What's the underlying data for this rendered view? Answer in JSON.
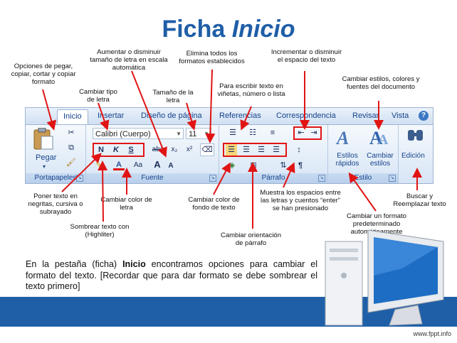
{
  "title": {
    "main": "Ficha",
    "italic": "Inicio"
  },
  "annotations": {
    "paste_opts": "Opciones de pegar, copiar, cortar y copiar formato",
    "font_size_incdec": "Aumentar o disminuir tamaño de letra en escala automática",
    "clear_formats": "Elimina todos los formatos establecidos",
    "increment_spacing": "Incrementar o disminuir el espacio del texto",
    "change_styles": "Cambiar estilos, colores y fuentes del documento",
    "font_type": "Cambiar tipo de letra",
    "font_size": "Tamaño de la letra",
    "bullets": "Para escribir texto en viñetas, número o lista",
    "bold_italic": "Poner texto en negritas, cursiva o subrayado",
    "font_color": "Cambiar color de letra",
    "bg_color": "Cambiar color de fondo de texto",
    "show_spaces": "Muestra los espacios entre las letras y cuentos “enter” se han presionado",
    "find_replace": "Buscar y Reemplazar texto",
    "highlight": "Sombrear texto con (Highliter)",
    "default_format": "Cambiar un formato predeterminado automáticamente",
    "paragraph_orient": "Cambiar orientación de párrafo"
  },
  "ribbon": {
    "tabs": [
      "Inicio",
      "Insertar",
      "Diseño de página",
      "Referencias",
      "Correspondencia",
      "Revisar",
      "Vista"
    ],
    "font_name": "Calibri (Cuerpo)",
    "font_size": "11",
    "paste_label": "Pegar",
    "groups": {
      "clipboard": "Portapapeles",
      "font": "Fuente",
      "paragraph": "Párrafo",
      "styles": "Estilo"
    },
    "styles_quick": "Estilos rápidos",
    "styles_change": "Cambiar estilos",
    "edit_label": "Edición",
    "buttons": {
      "bold": "N",
      "italic": "K",
      "underline": "S",
      "strike": "abe",
      "sub": "x₂",
      "sup": "x²",
      "case": "Aa",
      "grow": "A",
      "shrink": "A",
      "pilcrow": "¶"
    }
  },
  "body_text": {
    "prefix": "En la pestaña (ficha) ",
    "bold": "Inicio",
    "suffix": " encontramos opciones para cambiar el formato del texto. [Recordar que para dar formato se debe sombrear el texto primero]"
  },
  "footer": "www.fppt.info",
  "colors": {
    "title": "#1f5ea8",
    "arrows": "#e11414",
    "band": "#1f5fa8"
  }
}
